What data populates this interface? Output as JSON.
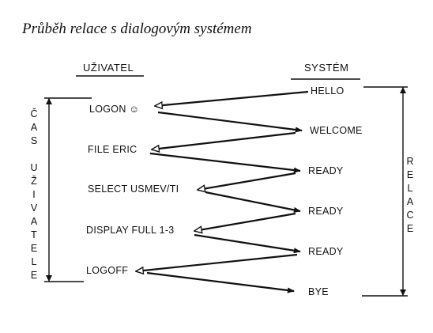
{
  "title": "Průběh relace s dialogovým systémem",
  "user_header": "UŽIVATEL",
  "system_header": "SYSTÉM",
  "left_vertical_label": "ČAS UŽIVATELE",
  "right_vertical_label": "RELACE",
  "user_messages": [
    "LOGON ☺",
    "FILE ERIC",
    "SELECT USMEV/TI",
    "DISPLAY FULL 1-3",
    "LOGOFF"
  ],
  "system_messages": [
    "HELLO",
    "WELCOME",
    "READY",
    "READY",
    "READY",
    "BYE"
  ]
}
